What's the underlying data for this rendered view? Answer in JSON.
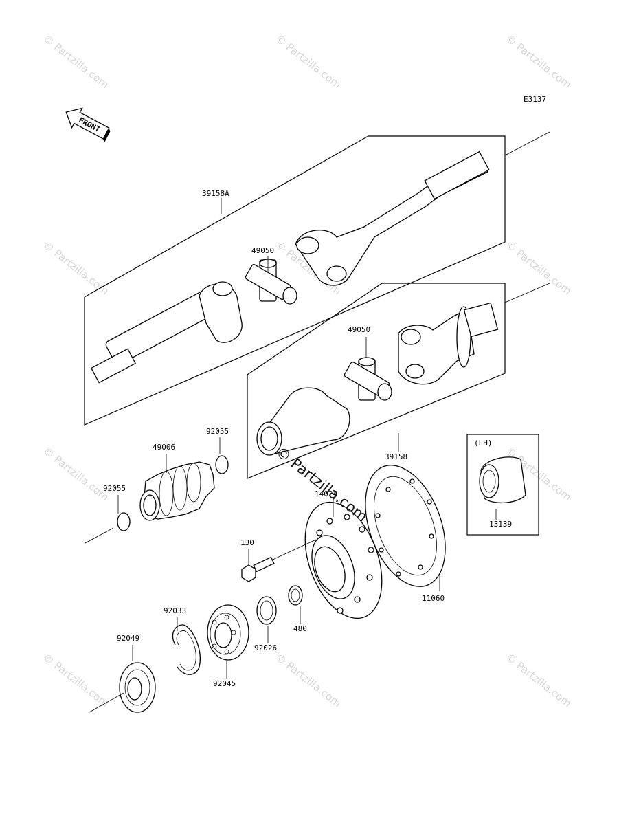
{
  "diagram_code": "E3137",
  "front_label": "FRONT",
  "lh_label": "(LH)",
  "watermark_text": "© Partzilla.com",
  "callouts": {
    "p39158A": "39158A",
    "p49050a": "49050",
    "p49050b": "49050",
    "p39158": "39158",
    "p49006": "49006",
    "p92055a": "92055",
    "p92055b": "92055",
    "p14024": "14024",
    "p130": "130",
    "p11060": "11060",
    "p13139": "13139",
    "p92033": "92033",
    "p92049": "92049",
    "p92045": "92045",
    "p92026": "92026",
    "p480": "480"
  }
}
